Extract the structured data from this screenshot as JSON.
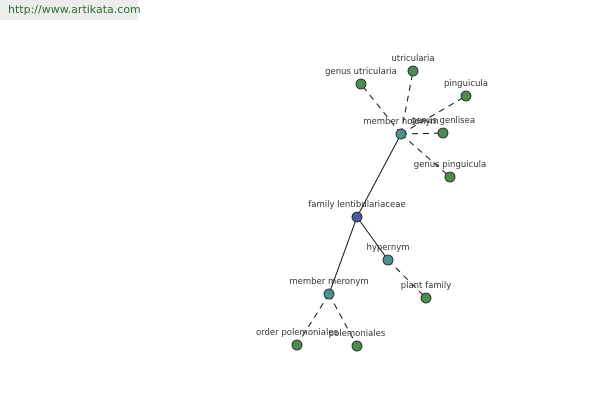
{
  "site": {
    "url": "http://www.artikata.com"
  },
  "colors": {
    "root": "#4a5a9a",
    "relation": "#4c9090",
    "leaf": "#4f8a4f",
    "node_stroke": "#222222",
    "edge": "#111111",
    "label": "#333333"
  },
  "graph": {
    "nodes": [
      {
        "id": "family-lentibulariaceae",
        "label": "family lentibulariaceae",
        "kind": "root"
      },
      {
        "id": "member-holonym",
        "label": "member holonym",
        "kind": "relation"
      },
      {
        "id": "hypernym",
        "label": "hypernym",
        "kind": "relation"
      },
      {
        "id": "member-meronym",
        "label": "member meronym",
        "kind": "relation"
      },
      {
        "id": "genus-utricularia",
        "label": "genus utricularia",
        "kind": "leaf"
      },
      {
        "id": "utricularia",
        "label": "utricularia",
        "kind": "leaf"
      },
      {
        "id": "pinguicula",
        "label": "pinguicula",
        "kind": "leaf"
      },
      {
        "id": "genus-genlisea",
        "label": "genus genlisea",
        "kind": "leaf"
      },
      {
        "id": "genus-pinguicula",
        "label": "genus pinguicula",
        "kind": "leaf"
      },
      {
        "id": "plant-family",
        "label": "plant family",
        "kind": "leaf"
      },
      {
        "id": "order-polemoniales",
        "label": "order polemoniales",
        "kind": "leaf"
      },
      {
        "id": "polemoniales",
        "label": "polemoniales",
        "kind": "leaf"
      }
    ],
    "edges": [
      {
        "from": "family-lentibulariaceae",
        "to": "member-holonym",
        "style": "solid"
      },
      {
        "from": "family-lentibulariaceae",
        "to": "hypernym",
        "style": "solid"
      },
      {
        "from": "family-lentibulariaceae",
        "to": "member-meronym",
        "style": "solid"
      },
      {
        "from": "member-holonym",
        "to": "genus-utricularia",
        "style": "dashed"
      },
      {
        "from": "member-holonym",
        "to": "utricularia",
        "style": "dashed"
      },
      {
        "from": "member-holonym",
        "to": "pinguicula",
        "style": "dashed"
      },
      {
        "from": "member-holonym",
        "to": "genus-genlisea",
        "style": "dashed"
      },
      {
        "from": "member-holonym",
        "to": "genus-pinguicula",
        "style": "dashed"
      },
      {
        "from": "hypernym",
        "to": "plant-family",
        "style": "dashed"
      },
      {
        "from": "member-meronym",
        "to": "order-polemoniales",
        "style": "dashed"
      },
      {
        "from": "member-meronym",
        "to": "polemoniales",
        "style": "dashed"
      }
    ]
  }
}
